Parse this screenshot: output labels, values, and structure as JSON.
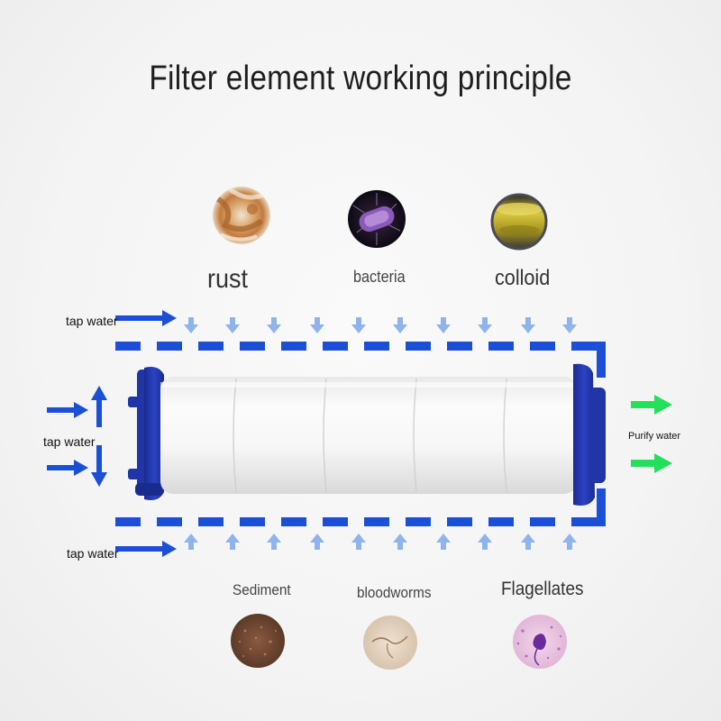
{
  "title": "Filter element working principle",
  "contaminants_top": [
    {
      "label": "rust",
      "icon": "rust-texture-icon"
    },
    {
      "label": "bacteria",
      "icon": "bacteria-icon"
    },
    {
      "label": "colloid",
      "icon": "colloid-icon"
    }
  ],
  "contaminants_bottom": [
    {
      "label": "Sediment",
      "icon": "sediment-texture-icon"
    },
    {
      "label": "bloodworms",
      "icon": "bloodworm-icon"
    },
    {
      "label": "Flagellates",
      "icon": "flagellate-icon"
    }
  ],
  "inflow": {
    "top": "tap water",
    "left": "tap water",
    "bottom": "tap water"
  },
  "outflow": "Purify water",
  "colors": {
    "flow_blue": "#1a4fd6",
    "arrow_light_blue": "#8fb4ec",
    "outflow_green": "#22e05a",
    "cap_blue": "#1f35a8"
  }
}
